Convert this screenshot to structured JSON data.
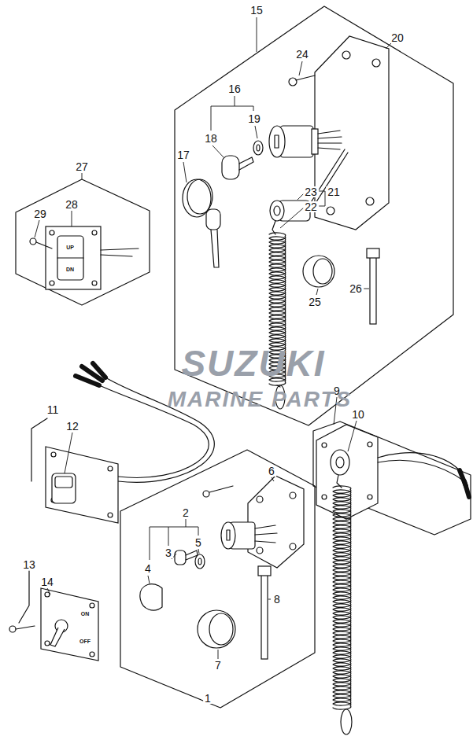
{
  "diagram": {
    "labels": [
      "15",
      "16",
      "20",
      "24",
      "19",
      "18",
      "17",
      "23",
      "21",
      "22",
      "25",
      "26",
      "27",
      "28",
      "29",
      "9",
      "10",
      "11",
      "12",
      "6",
      "2",
      "13",
      "14",
      "4",
      "3",
      "5",
      "7",
      "8",
      "1",
      "SUZUKI",
      "MARINE PARTS",
      "UP",
      "DN",
      "ON",
      "OFF"
    ]
  }
}
